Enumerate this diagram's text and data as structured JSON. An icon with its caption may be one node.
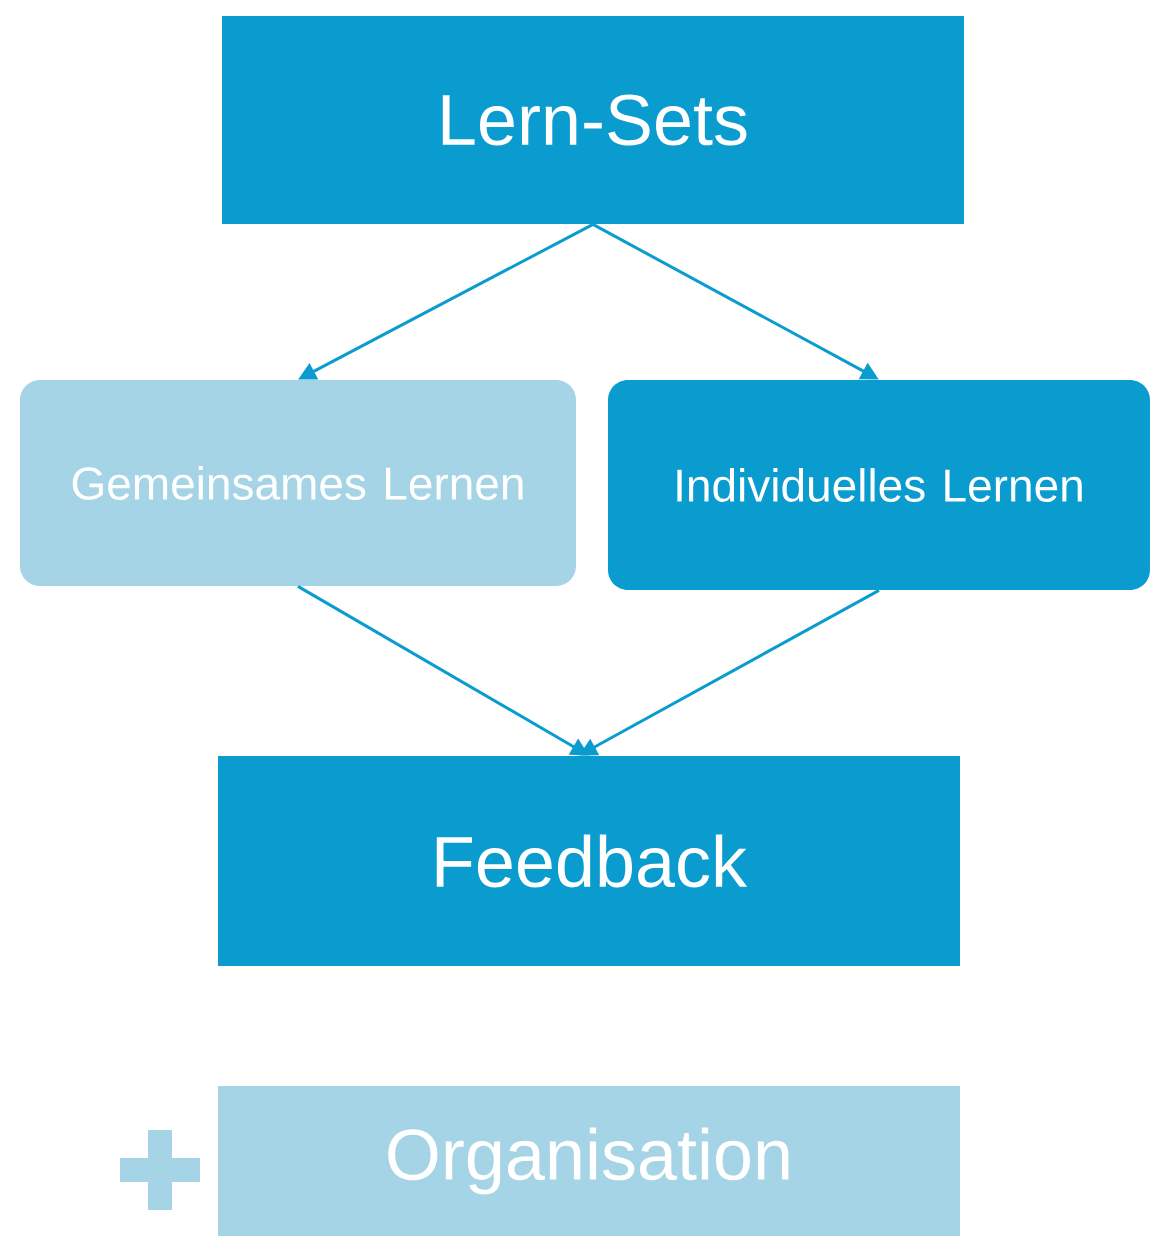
{
  "diagram": {
    "nodes": [
      {
        "text": [
          "Lern-Sets"
        ]
      },
      {
        "text": [
          "Gemeinsames Lernen"
        ]
      },
      {
        "text": [
          "Individuelles Lernen"
        ]
      },
      {
        "text": [
          "Feedback"
        ]
      },
      {
        "text": [
          "Organisation"
        ]
      }
    ],
    "edges": [
      {
        "from": 0,
        "to": 1,
        "arrow": "to"
      },
      {
        "from": 0,
        "to": 2,
        "arrow": "to"
      },
      {
        "from": 1,
        "to": 3,
        "arrow": "to"
      },
      {
        "from": 2,
        "to": 3,
        "arrow": "to"
      }
    ]
  }
}
